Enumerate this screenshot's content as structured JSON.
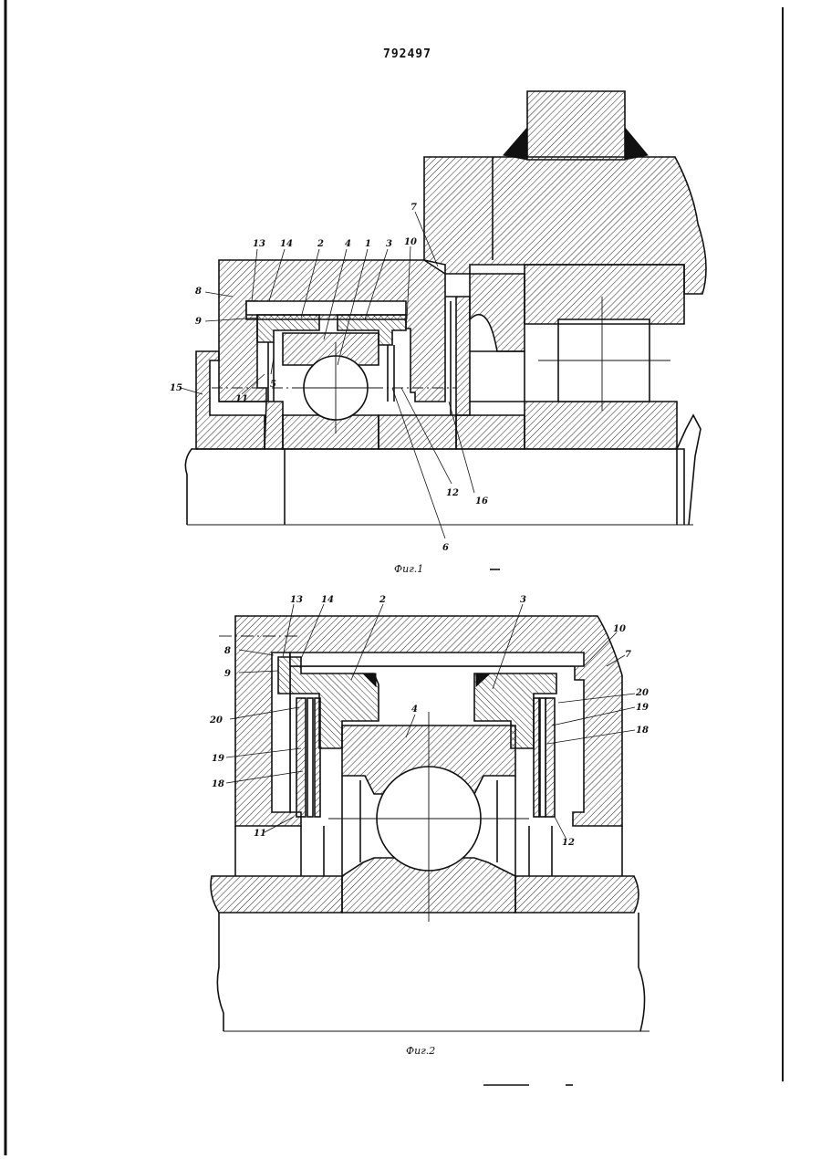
{
  "document": {
    "patent_number": "792497",
    "figures": [
      {
        "caption": "Фиг.1",
        "labels": [
          "1",
          "2",
          "3",
          "4",
          "5",
          "6",
          "7",
          "8",
          "9",
          "10",
          "11",
          "12",
          "13",
          "14",
          "15",
          "16"
        ]
      },
      {
        "caption": "Фиг.2",
        "labels": [
          "2",
          "3",
          "4",
          "7",
          "8",
          "9",
          "10",
          "11",
          "12",
          "13",
          "14",
          "18",
          "19",
          "20",
          "20",
          "19",
          "18"
        ]
      }
    ]
  }
}
